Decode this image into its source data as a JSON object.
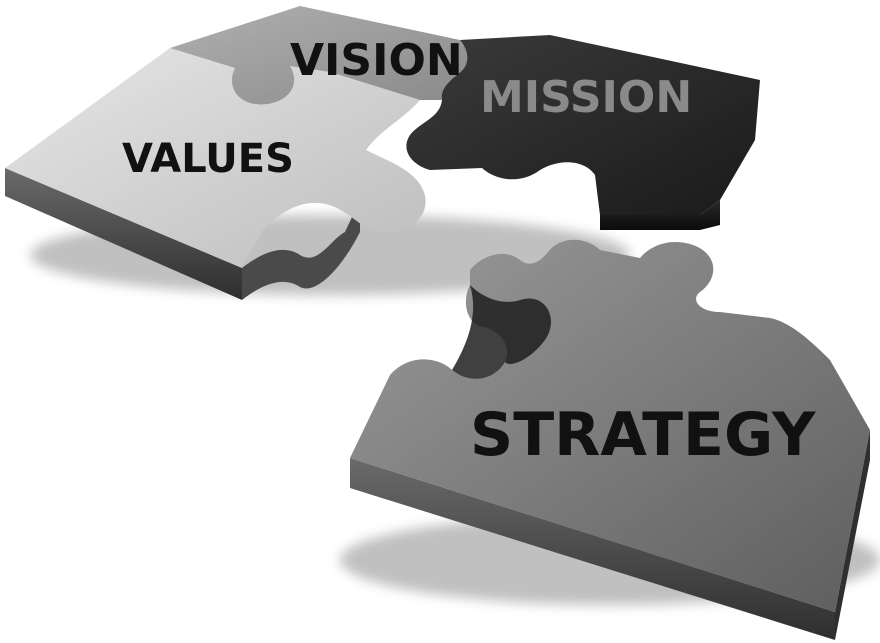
{
  "pieces": {
    "vision": {
      "label": "VISION",
      "color": "#9a9a9a"
    },
    "mission": {
      "label": "MISSION",
      "color": "#262626"
    },
    "values": {
      "label": "VALUES",
      "color": "#cfcfcf"
    },
    "strategy": {
      "label": "STRATEGY",
      "color": "#7e7e7e"
    }
  },
  "colors": {
    "background": "#ffffff",
    "side_dark": "#3a3a3a",
    "side_mid": "#5a5a5a",
    "text_dark": "#111111",
    "text_mission": "#8a8a8a"
  }
}
